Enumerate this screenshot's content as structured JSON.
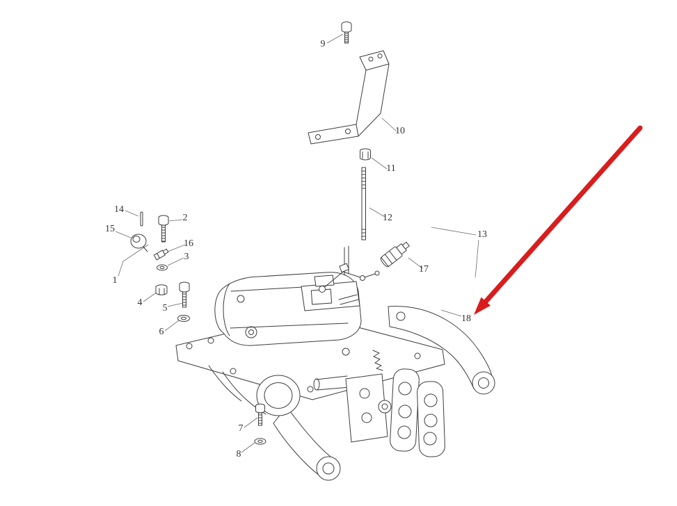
{
  "figure": {
    "type": "exploded-parts-diagram",
    "description": "Exploded view line drawing of a hydraulic lifter assembly with numbered part callouts and a red annotation arrow pointing to part 18",
    "background_color": "#ffffff",
    "line_color": "#3c3c3c"
  },
  "arrow": {
    "color": "#d91d1d",
    "points_to_callout": "18"
  },
  "callouts": [
    "1",
    "2",
    "3",
    "4",
    "5",
    "6",
    "7",
    "8",
    "9",
    "10",
    "11",
    "12",
    "13",
    "14",
    "15",
    "16",
    "17",
    "18"
  ]
}
